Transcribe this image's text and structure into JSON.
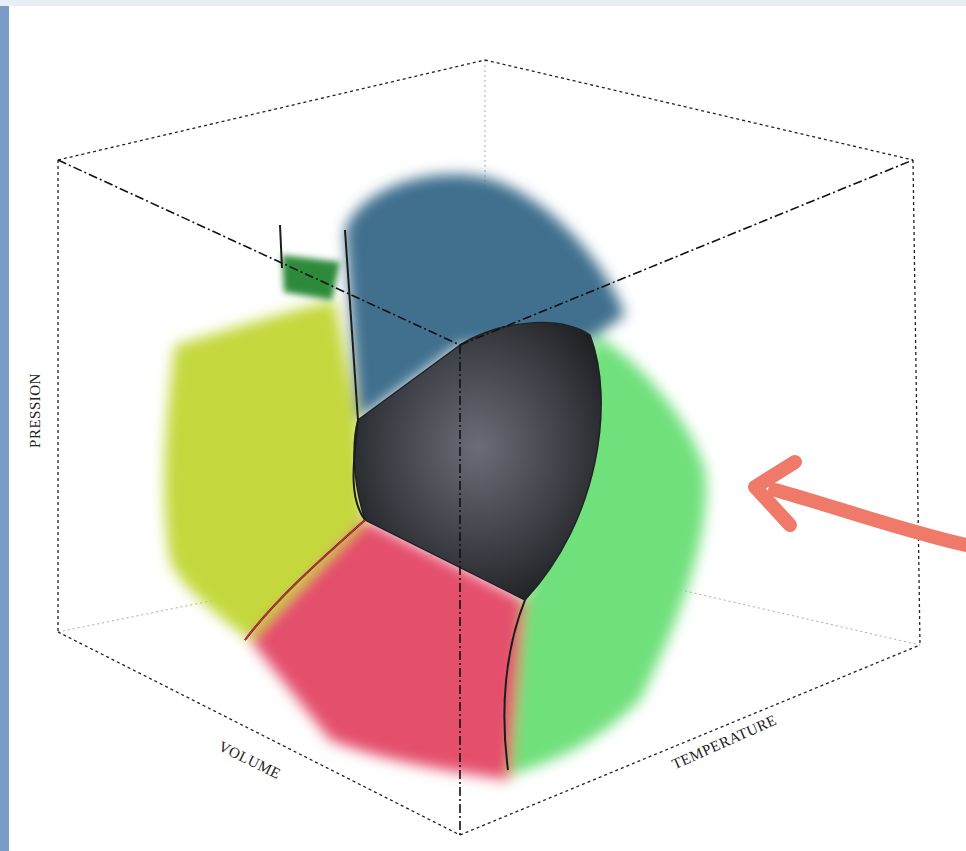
{
  "diagram": {
    "labels": [
      "PRESSION",
      "VOLUME",
      "TEMPERATURE"
    ]
  }
}
